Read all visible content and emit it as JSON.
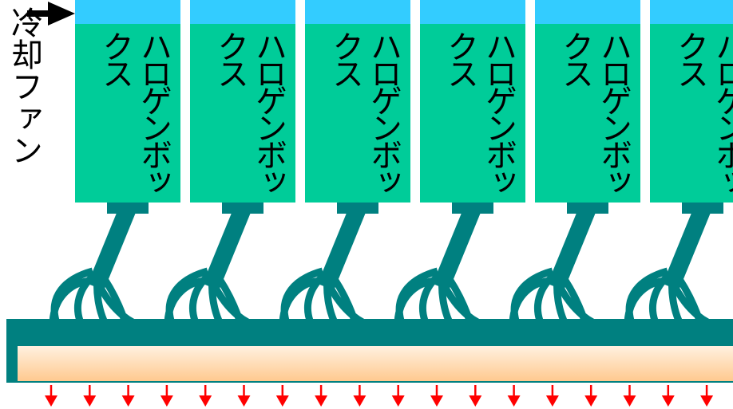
{
  "fan": {
    "label": "冷却ファン"
  },
  "box_label": "ハロゲンボックス",
  "boxes": [
    {
      "label": "ハロゲンボックス"
    },
    {
      "label": "ハロゲンボックス"
    },
    {
      "label": "ハロゲンボックス"
    },
    {
      "label": "ハロゲンボックス"
    },
    {
      "label": "ハロゲンボックス"
    },
    {
      "label": "ハロゲンボックス"
    }
  ],
  "colors": {
    "box_fill": "#00cc99",
    "box_cap": "#33ccff",
    "fiber": "#008080",
    "plate_gradient_top": "#fff1e0",
    "plate_gradient_bottom": "#ffc98f",
    "arrow": "#ff0000"
  },
  "icons": {
    "fan_arrow": "arrow-right-icon",
    "output_arrow": "arrow-down-icon"
  }
}
